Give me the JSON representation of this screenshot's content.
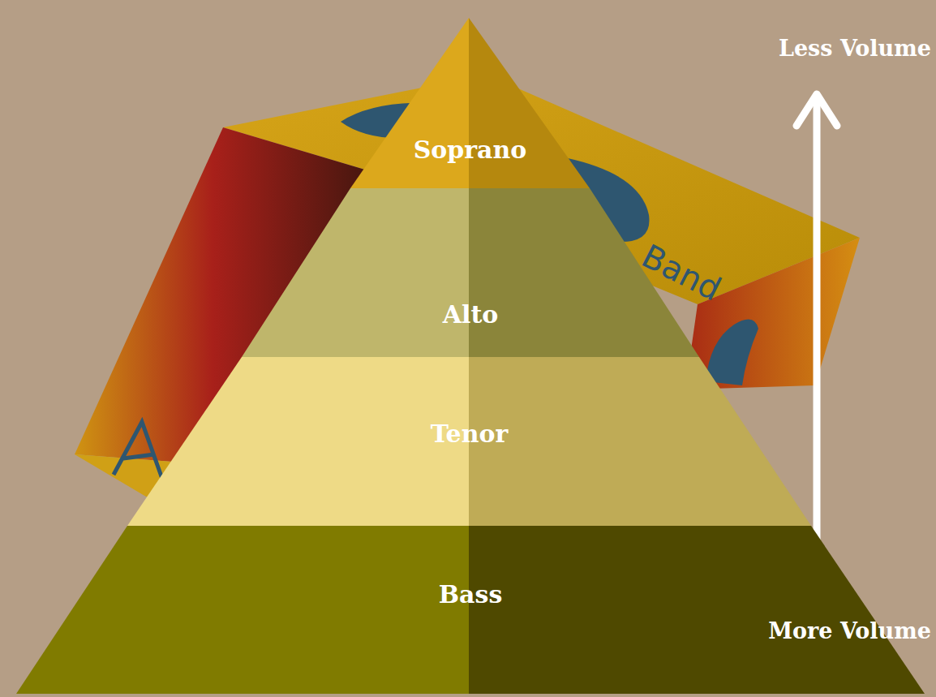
{
  "diagram": {
    "nodes": [
      {
        "text": [
          "Soprano"
        ]
      },
      {
        "text": [
          "Alto"
        ]
      },
      {
        "text": [
          "Tenor"
        ]
      },
      {
        "text": [
          "Bass"
        ]
      }
    ],
    "labels": [
      "Band",
      "Less Volume",
      "More Volume"
    ]
  }
}
